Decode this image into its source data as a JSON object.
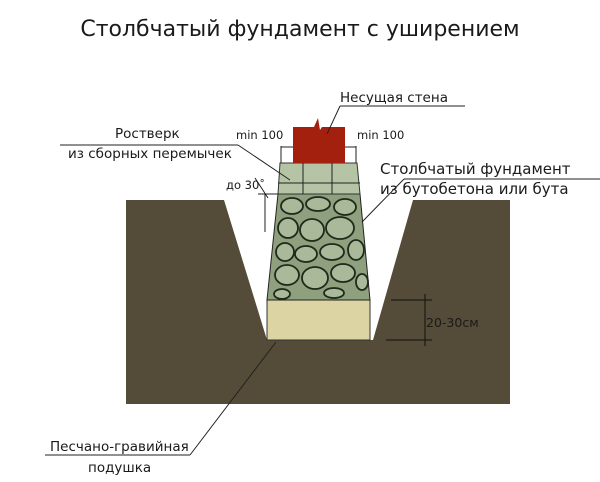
{
  "title": "Столбчатый фундамент с уширением",
  "labels": {
    "wall": "Несущая стена",
    "grillage_line1": "Ростверк",
    "grillage_line2": "из сборных перемычек",
    "min_left": "min 100",
    "min_right": "min 100",
    "foundation_line1": "Столбчатый фундамент",
    "foundation_line2": "из бутобетона или бута",
    "angle": "до 30˚",
    "cushion_height": "20-30см",
    "cushion_line1": "Песчано-гравийная",
    "cushion_line2": "подушка"
  },
  "colors": {
    "ground": "#544b38",
    "wall": "#a3200f",
    "grillage": "#b6c4a6",
    "stone": "#a6b696",
    "sand": "#dcd4a2"
  }
}
